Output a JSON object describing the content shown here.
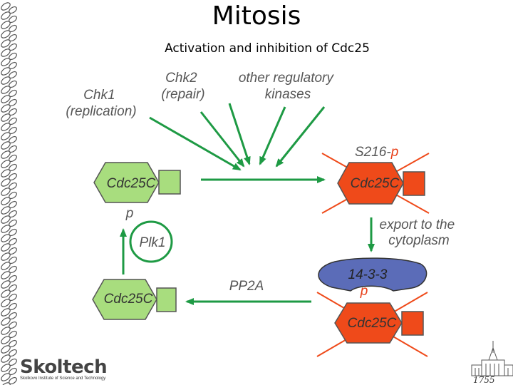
{
  "title": "Mitosis",
  "subtitle": "Activation and inhibition of Cdc25",
  "kinases": {
    "chk1": [
      "Chk1",
      "(replication)"
    ],
    "chk2": [
      "Chk2",
      "(repair)"
    ],
    "other": [
      "other regulatory",
      "kinases"
    ]
  },
  "nodes": {
    "cdc25_active_top": "Cdc25C",
    "cdc25_active_bottom": "Cdc25C",
    "cdc25_phos_top": "Cdc25C",
    "cdc25_phos_bottom": "Cdc25C",
    "plk1": "Plk1",
    "protein_1433": "14-3-3"
  },
  "labels": {
    "p_top": "p",
    "s216": "S216-",
    "s216_p": "p",
    "export": [
      "export to the",
      "cytoplasm"
    ],
    "pp2a": "PP2A",
    "p_1433": "p"
  },
  "colors": {
    "green_fill": "#a8dd7e",
    "red_fill": "#ef4a1a",
    "arrow_green": "#1e9a44",
    "blue_fill": "#5b6cb8"
  },
  "logo": {
    "name": "Skoltech",
    "tagline": "Skolkovo Institute of Science and Technology"
  },
  "footer_year": "1755"
}
